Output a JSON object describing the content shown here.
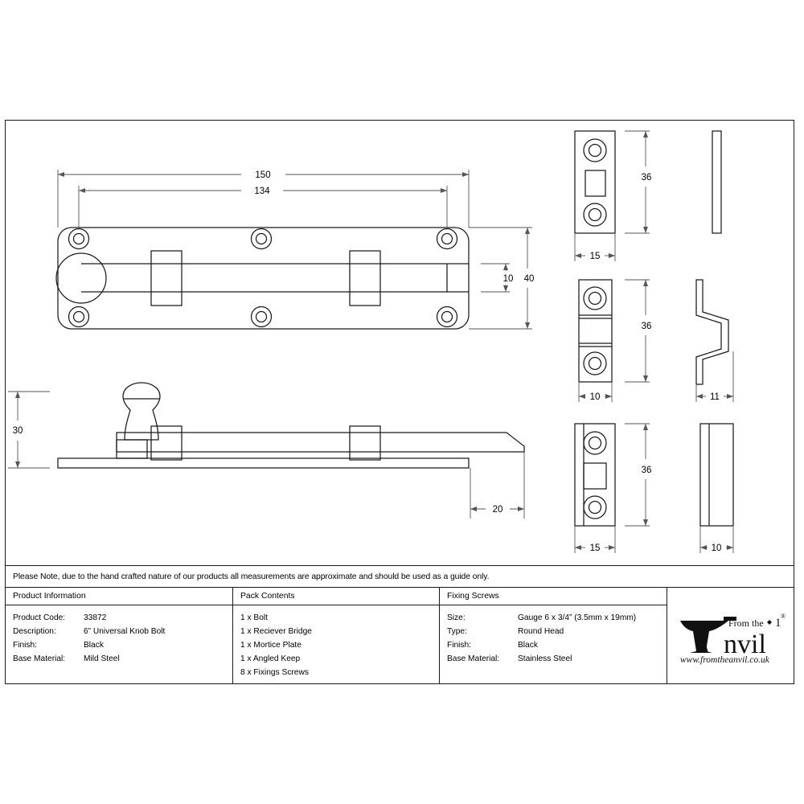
{
  "document": {
    "type": "product-technical-drawing",
    "note": "Please Note, due to the hand crafted nature of our products all measurements are approximate and should be used as a guide only."
  },
  "drawing": {
    "views": [
      {
        "name": "bolt-plan-view",
        "label": ""
      },
      {
        "name": "bolt-side-view",
        "label": ""
      },
      {
        "name": "mortice-plate-front",
        "label": ""
      },
      {
        "name": "mortice-plate-side",
        "label": ""
      },
      {
        "name": "receiver-bridge-front",
        "label": ""
      },
      {
        "name": "receiver-bridge-side",
        "label": ""
      },
      {
        "name": "angled-keep-front",
        "label": ""
      },
      {
        "name": "angled-keep-side",
        "label": ""
      }
    ],
    "dimensions": {
      "bolt_overall_length": "150",
      "bolt_bar_travel_length": "134",
      "bolt_plate_width": "40",
      "bolt_bar_width": "10",
      "bolt_side_height": "30",
      "bolt_shoot_projection": "20",
      "mortice_plate_height": "36",
      "mortice_plate_width": "15",
      "receiver_bridge_height": "36",
      "receiver_bridge_width": "10",
      "receiver_bridge_depth": "11",
      "angled_keep_height": "36",
      "angled_keep_width": "15",
      "angled_keep_depth": "10"
    }
  },
  "table": {
    "product_information": {
      "header": "Product Information",
      "rows": [
        {
          "key": "Product Code:",
          "value": "33872"
        },
        {
          "key": "Description:",
          "value": "6” Universal Knob Bolt"
        },
        {
          "key": "Finish:",
          "value": "Black"
        },
        {
          "key": "Base Material:",
          "value": "Mild Steel"
        }
      ]
    },
    "pack_contents": {
      "header": "Pack Contents",
      "items": [
        "1 x Bolt",
        "1 x Reciever Bridge",
        "1 x Mortice Plate",
        "1 x Angled Keep",
        "8 x Fixings Screws"
      ]
    },
    "fixing_screws": {
      "header": "Fixing Screws",
      "rows": [
        {
          "key": "Size:",
          "value": "Gauge 6 x 3/4” (3.5mm x 19mm)"
        },
        {
          "key": "Type:",
          "value": "Round Head"
        },
        {
          "key": "Finish:",
          "value": "Black"
        },
        {
          "key": "Base Material:",
          "value": "Stainless Steel"
        }
      ]
    }
  },
  "logo": {
    "brand_top": "From the",
    "brand_main": "Anvil",
    "website": "www.fromtheanvil.co.uk",
    "registered_mark": "®"
  },
  "colors": {
    "line": "#1a1a1a",
    "dimension_line": "#555555",
    "background": "#ffffff"
  }
}
